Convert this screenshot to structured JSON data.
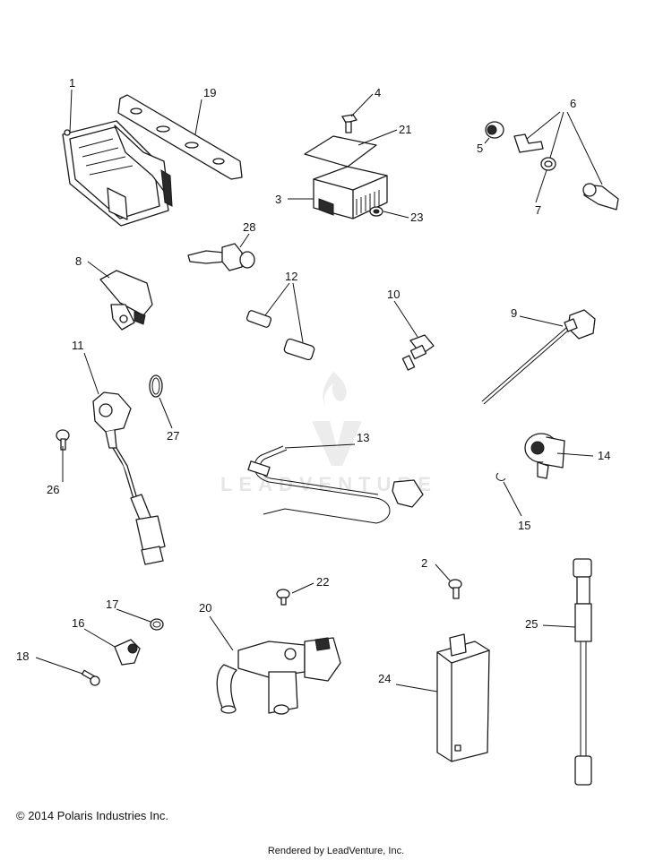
{
  "callouts": [
    "1",
    "2",
    "3",
    "4",
    "5",
    "6",
    "7",
    "8",
    "9",
    "10",
    "11",
    "12",
    "13",
    "14",
    "15",
    "16",
    "17",
    "18",
    "19",
    "20",
    "21",
    "22",
    "23",
    "24",
    "25",
    "26",
    "27",
    "28"
  ],
  "watermark": {
    "brand": "LEADVENTURE"
  },
  "footer": {
    "copyright": "© 2014 Polaris Industries Inc.",
    "rendered_by": "Rendered by LeadVenture, Inc."
  }
}
